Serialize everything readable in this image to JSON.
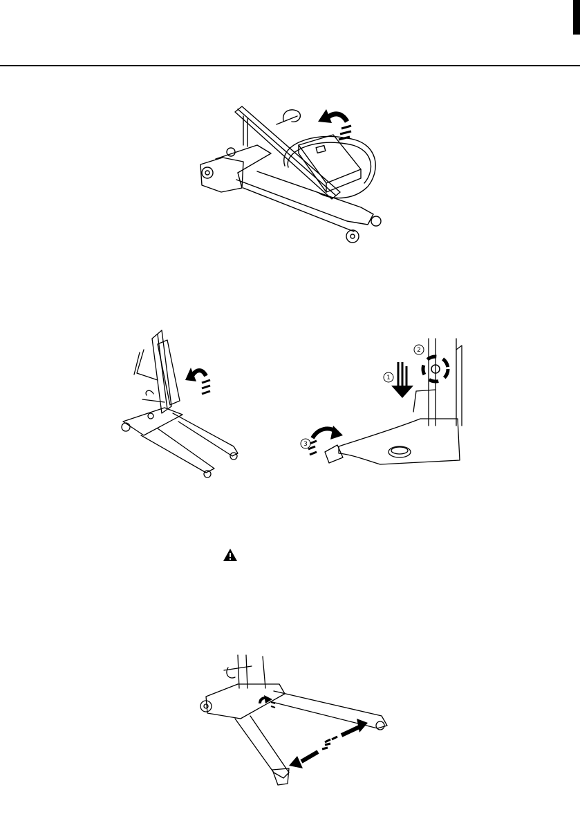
{
  "figures": [
    {
      "id": "fig-1",
      "callouts": []
    },
    {
      "id": "fig-2",
      "callouts": []
    },
    {
      "id": "fig-3",
      "callouts": [
        "1",
        "2",
        "3"
      ]
    },
    {
      "id": "fig-4",
      "callouts": []
    }
  ],
  "icons": {
    "warning": "warning-triangle-icon",
    "arrow": "curved-arrow-icon"
  },
  "colors": {
    "ink": "#000000",
    "paper": "#ffffff"
  }
}
